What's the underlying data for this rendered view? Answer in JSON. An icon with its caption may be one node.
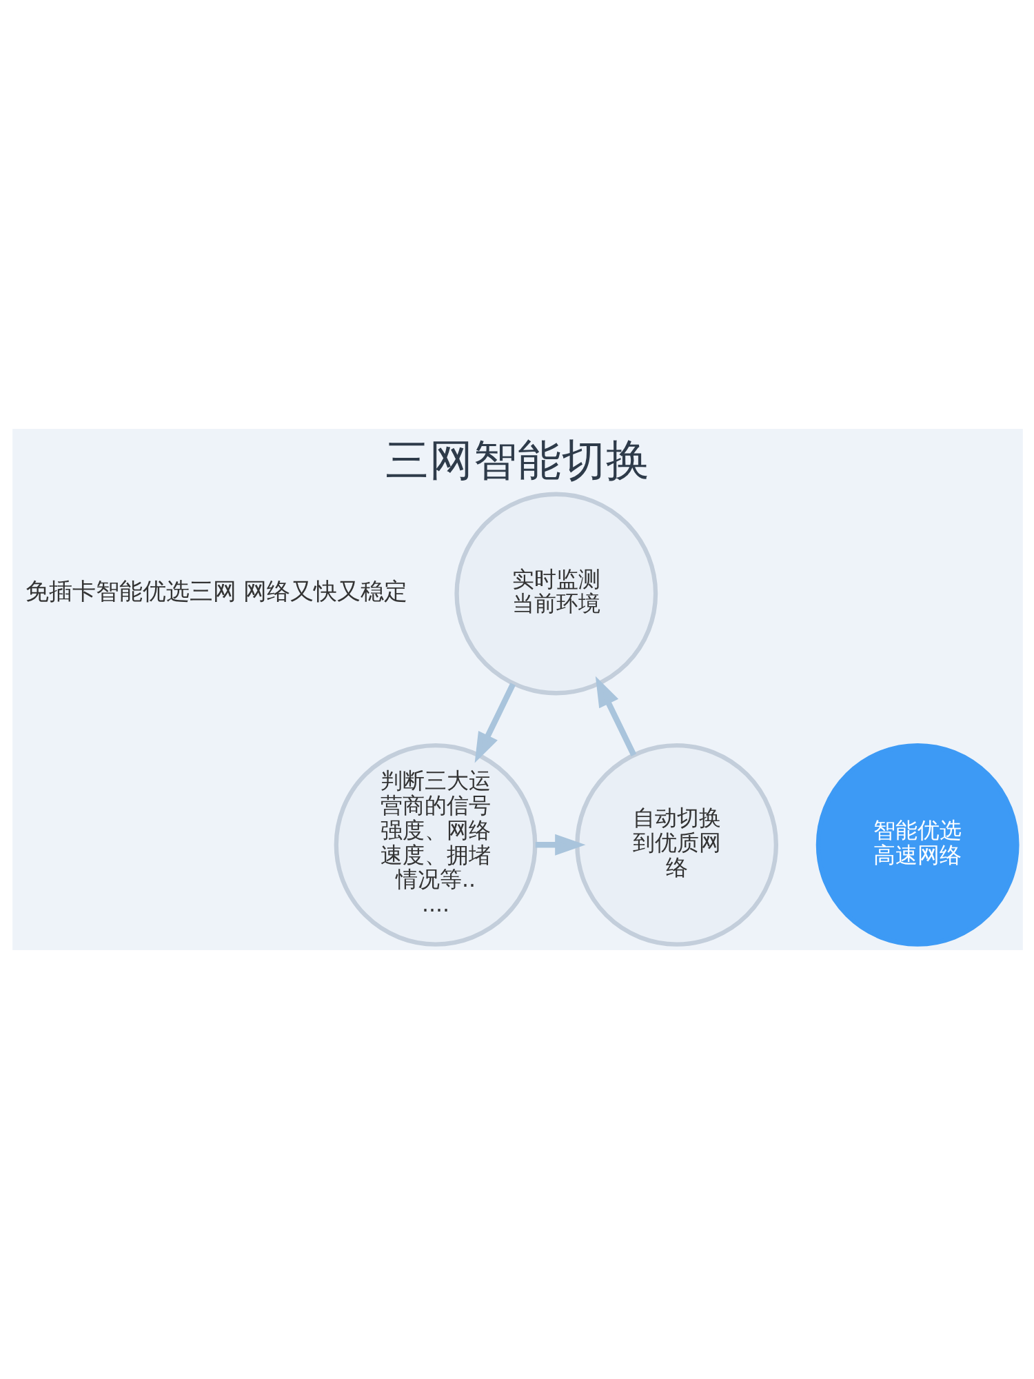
{
  "diagram": {
    "title": "三网智能切换",
    "nodes": [
      {
        "text": [
          "实时监测当前环境"
        ]
      },
      {
        "text": [
          "智能优选高速网络"
        ]
      },
      {
        "text": [
          "判断三大运营商的信号强度、网络速度、拥堵情况等......"
        ]
      },
      {
        "text": [
          "自动切换到优质网络"
        ]
      }
    ],
    "edges": [
      {
        "from": 0,
        "to": 2,
        "arrow": "to"
      },
      {
        "from": 2,
        "to": 3,
        "arrow": "to"
      },
      {
        "from": 3,
        "to": 0,
        "arrow": "to"
      }
    ],
    "labels": [
      "免插卡智能优选三网 网络又快又稳定"
    ]
  }
}
